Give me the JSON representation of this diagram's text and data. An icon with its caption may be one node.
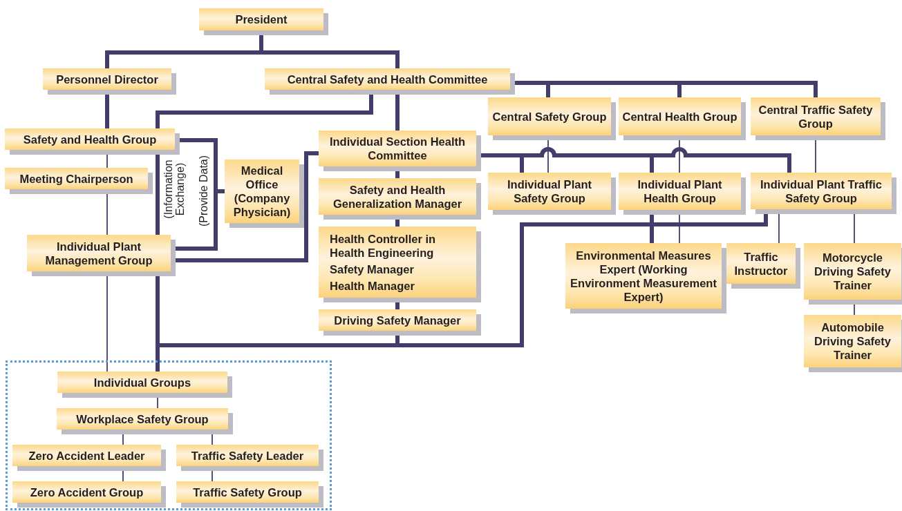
{
  "diagram": {
    "nodes": [
      {
        "text": [
          "President"
        ]
      },
      {
        "text": [
          "Personnel Director"
        ]
      },
      {
        "text": [
          "Central Safety and Health Committee"
        ]
      },
      {
        "text": [
          "Safety and Health Group"
        ]
      },
      {
        "text": [
          "Meeting Chairperson"
        ]
      },
      {
        "text": [
          "Medical Office (Company Physician)"
        ]
      },
      {
        "text": [
          "Individual Plant Management Group"
        ]
      },
      {
        "text": [
          "Individual Section Health Committee"
        ]
      },
      {
        "text": [
          "Safety and Health Generalization Manager"
        ]
      },
      {
        "text": [
          "Health Controller in Health Engineering",
          "Safety Manager",
          "Health Manager"
        ]
      },
      {
        "text": [
          "Driving Safety Manager"
        ]
      },
      {
        "text": [
          "Central Safety Group"
        ]
      },
      {
        "text": [
          "Central Health Group"
        ]
      },
      {
        "text": [
          "Central Traffic Safety Group"
        ]
      },
      {
        "text": [
          "Individual Plant Safety Group"
        ]
      },
      {
        "text": [
          "Individual Plant Health Group"
        ]
      },
      {
        "text": [
          "Individual Plant Traffic Safety Group"
        ]
      },
      {
        "text": [
          "Environmental Measures Expert (Working Environment Measurement Expert)"
        ]
      },
      {
        "text": [
          "Traffic Instructor"
        ]
      },
      {
        "text": [
          "Motorcycle Driving Safety Trainer"
        ]
      },
      {
        "text": [
          "Automobile Driving Safety Trainer"
        ]
      },
      {
        "text": [],
        "shape": "box"
      },
      {
        "text": [
          "Individual Groups"
        ],
        "in": 21
      },
      {
        "text": [
          "Workplace Safety Group"
        ],
        "in": 21
      },
      {
        "text": [
          "Zero Accident Leader"
        ],
        "in": 21
      },
      {
        "text": [
          "Traffic Safety Leader"
        ],
        "in": 21
      },
      {
        "text": [
          "Zero Accident Group"
        ],
        "in": 21
      },
      {
        "text": [
          "Traffic Safety Group"
        ],
        "in": 21
      }
    ],
    "edges": [
      {
        "from": 0,
        "to": 1,
        "arrow": "none"
      },
      {
        "from": 0,
        "to": 2,
        "arrow": "none"
      },
      {
        "from": 1,
        "to": 3,
        "arrow": "none"
      },
      {
        "from": 2,
        "to": 11,
        "arrow": "none"
      },
      {
        "from": 2,
        "to": 12,
        "arrow": "none"
      },
      {
        "from": 2,
        "to": 13,
        "arrow": "none"
      },
      {
        "from": 2,
        "to": 3,
        "arrow": "none"
      },
      {
        "from": 3,
        "to": 6,
        "arrow": "none"
      },
      {
        "from": 6,
        "to": 22,
        "arrow": "none"
      },
      {
        "from": 2,
        "to": 7,
        "arrow": "none"
      },
      {
        "from": 7,
        "to": 8,
        "arrow": "none"
      },
      {
        "from": 8,
        "to": 9,
        "arrow": "none"
      },
      {
        "from": 9,
        "to": 10,
        "arrow": "none"
      },
      {
        "from": 10,
        "to": 22,
        "arrow": "none"
      },
      {
        "from": 16,
        "to": 22,
        "arrow": "none"
      },
      {
        "from": 7,
        "to": 6,
        "arrow": "none"
      },
      {
        "from": 3,
        "to": 5,
        "arrow": "none"
      },
      {
        "from": 6,
        "to": 5,
        "arrow": "none"
      },
      {
        "from": 7,
        "to": 14,
        "arrow": "none"
      },
      {
        "from": 7,
        "to": 15,
        "arrow": "none"
      },
      {
        "from": 7,
        "to": 16,
        "arrow": "none"
      },
      {
        "from": 15,
        "to": 17,
        "arrow": "none"
      },
      {
        "from": 3,
        "to": 4,
        "arrow": "none"
      },
      {
        "from": 4,
        "to": 6,
        "arrow": "none"
      },
      {
        "from": 6,
        "to": 22,
        "arrow": "none"
      },
      {
        "from": 11,
        "to": 14,
        "arrow": "none"
      },
      {
        "from": 12,
        "to": 15,
        "arrow": "none"
      },
      {
        "from": 15,
        "to": 17,
        "arrow": "none"
      },
      {
        "from": 13,
        "to": 16,
        "arrow": "none"
      },
      {
        "from": 16,
        "to": 18,
        "arrow": "none"
      },
      {
        "from": 16,
        "to": 19,
        "arrow": "none"
      },
      {
        "from": 19,
        "to": 20,
        "arrow": "none"
      },
      {
        "from": 22,
        "to": 23,
        "arrow": "none"
      },
      {
        "from": 23,
        "to": 24,
        "arrow": "none"
      },
      {
        "from": 23,
        "to": 25,
        "arrow": "none"
      },
      {
        "from": 24,
        "to": 26,
        "arrow": "none"
      },
      {
        "from": 25,
        "to": 27,
        "arrow": "none"
      }
    ],
    "labels": [
      "(Information Exchange)",
      "(Provide Data)"
    ]
  }
}
